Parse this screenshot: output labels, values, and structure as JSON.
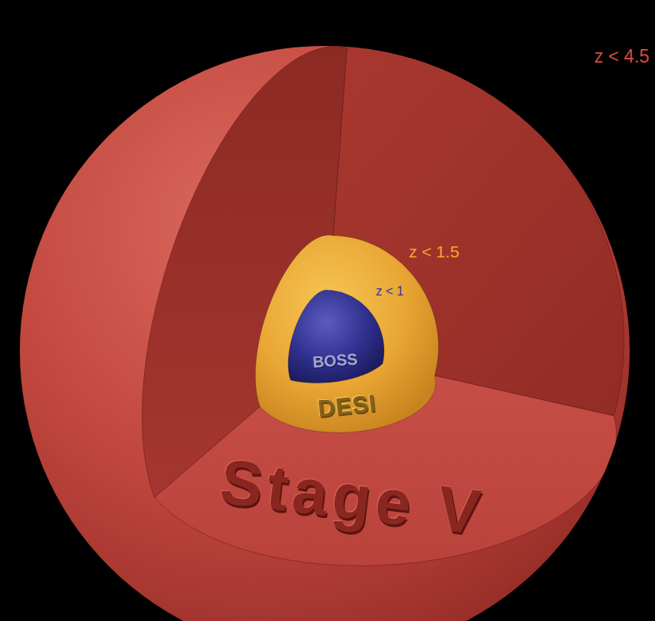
{
  "diagram": {
    "nodes": [
      {
        "text": [
          "z < 4.5",
          "Stage V"
        ]
      },
      {
        "text": [
          "z < 1.5",
          "DESI"
        ],
        "in": 0
      },
      {
        "text": [
          "z < 1",
          "BOSS"
        ],
        "in": 1
      }
    ]
  }
}
